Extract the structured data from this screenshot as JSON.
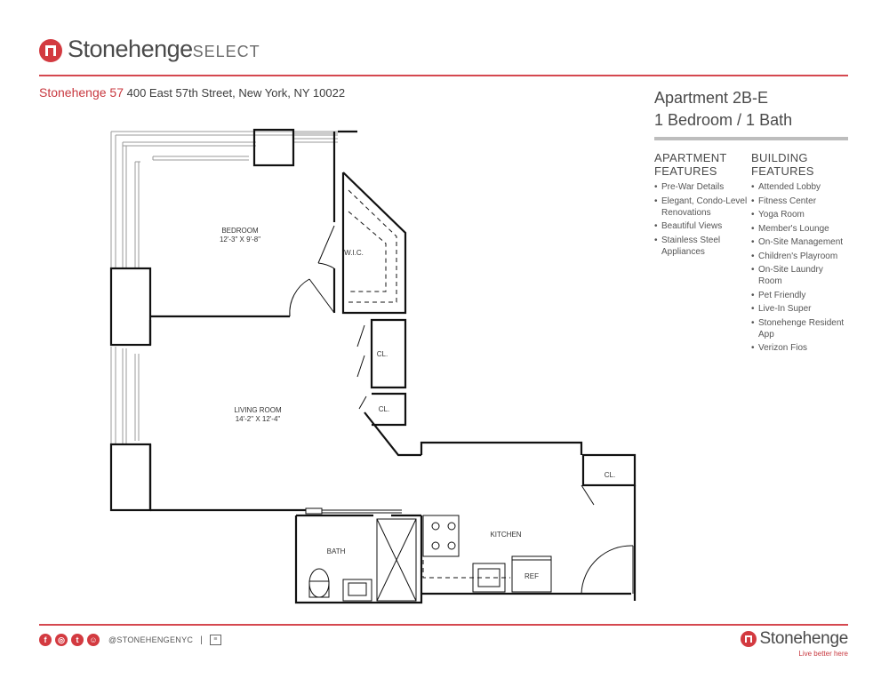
{
  "header": {
    "brand": "Stonehenge",
    "brand_suffix": "SELECT",
    "building_name": "Stonehenge 57",
    "building_address": "400 East 57th Street, New York, NY 10022"
  },
  "apartment": {
    "unit": "Apartment 2B-E",
    "layout": "1 Bedroom / 1 Bath"
  },
  "apartment_features": {
    "heading_line1": "APARTMENT",
    "heading_line2": "FEATURES",
    "items": [
      "Pre-War Details",
      "Elegant, Condo-Level Renovations",
      "Beautiful Views",
      "Stainless Steel Appliances"
    ]
  },
  "building_features": {
    "heading_line1": "BUILDING",
    "heading_line2": "FEATURES",
    "items": [
      "Attended Lobby",
      "Fitness Center",
      "Yoga Room",
      "Member's Lounge",
      "On-Site Management",
      "Children's Playroom",
      "On-Site Laundry Room",
      "Pet Friendly",
      "Live-In Super",
      "Stonehenge Resident App",
      "Verizon Fios"
    ]
  },
  "floorplan": {
    "bedroom_label": "BEDROOM",
    "bedroom_dims": "12'-3\" X 9'-8\"",
    "living_label": "LIVING ROOM",
    "living_dims": "14'-2\" X 12'-4\"",
    "wic_label": "W.I.C.",
    "closet1_label": "CL.",
    "closet2_label": "CL.",
    "closet3_label": "CL.",
    "bath_label": "BATH",
    "kitchen_label": "KITCHEN",
    "ref_label": "REF"
  },
  "footer": {
    "social_icons": [
      "facebook-icon",
      "instagram-icon",
      "twitter-icon",
      "snapchat-icon"
    ],
    "handle": "@STONEHENGENYC",
    "separator": "|",
    "brand": "Stonehenge",
    "tagline": "Live better here"
  },
  "colors": {
    "brand_red": "#d33a40",
    "text_gray": "#4a4a4a",
    "rule_gray": "#bdbdbd"
  }
}
